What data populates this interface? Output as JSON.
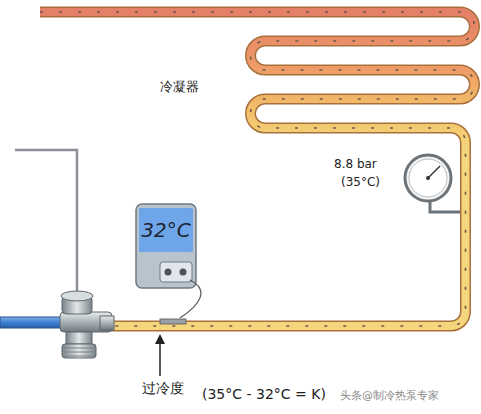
{
  "diagram": {
    "nodes": [
      {
        "text": [
          "32°C"
        ]
      }
    ],
    "labels": [
      "冷凝器",
      "8.8 bar",
      "(35°C)",
      "过冷度",
      "(35°C - 32°C = K)",
      "头条@制冷热泵专家"
    ]
  }
}
